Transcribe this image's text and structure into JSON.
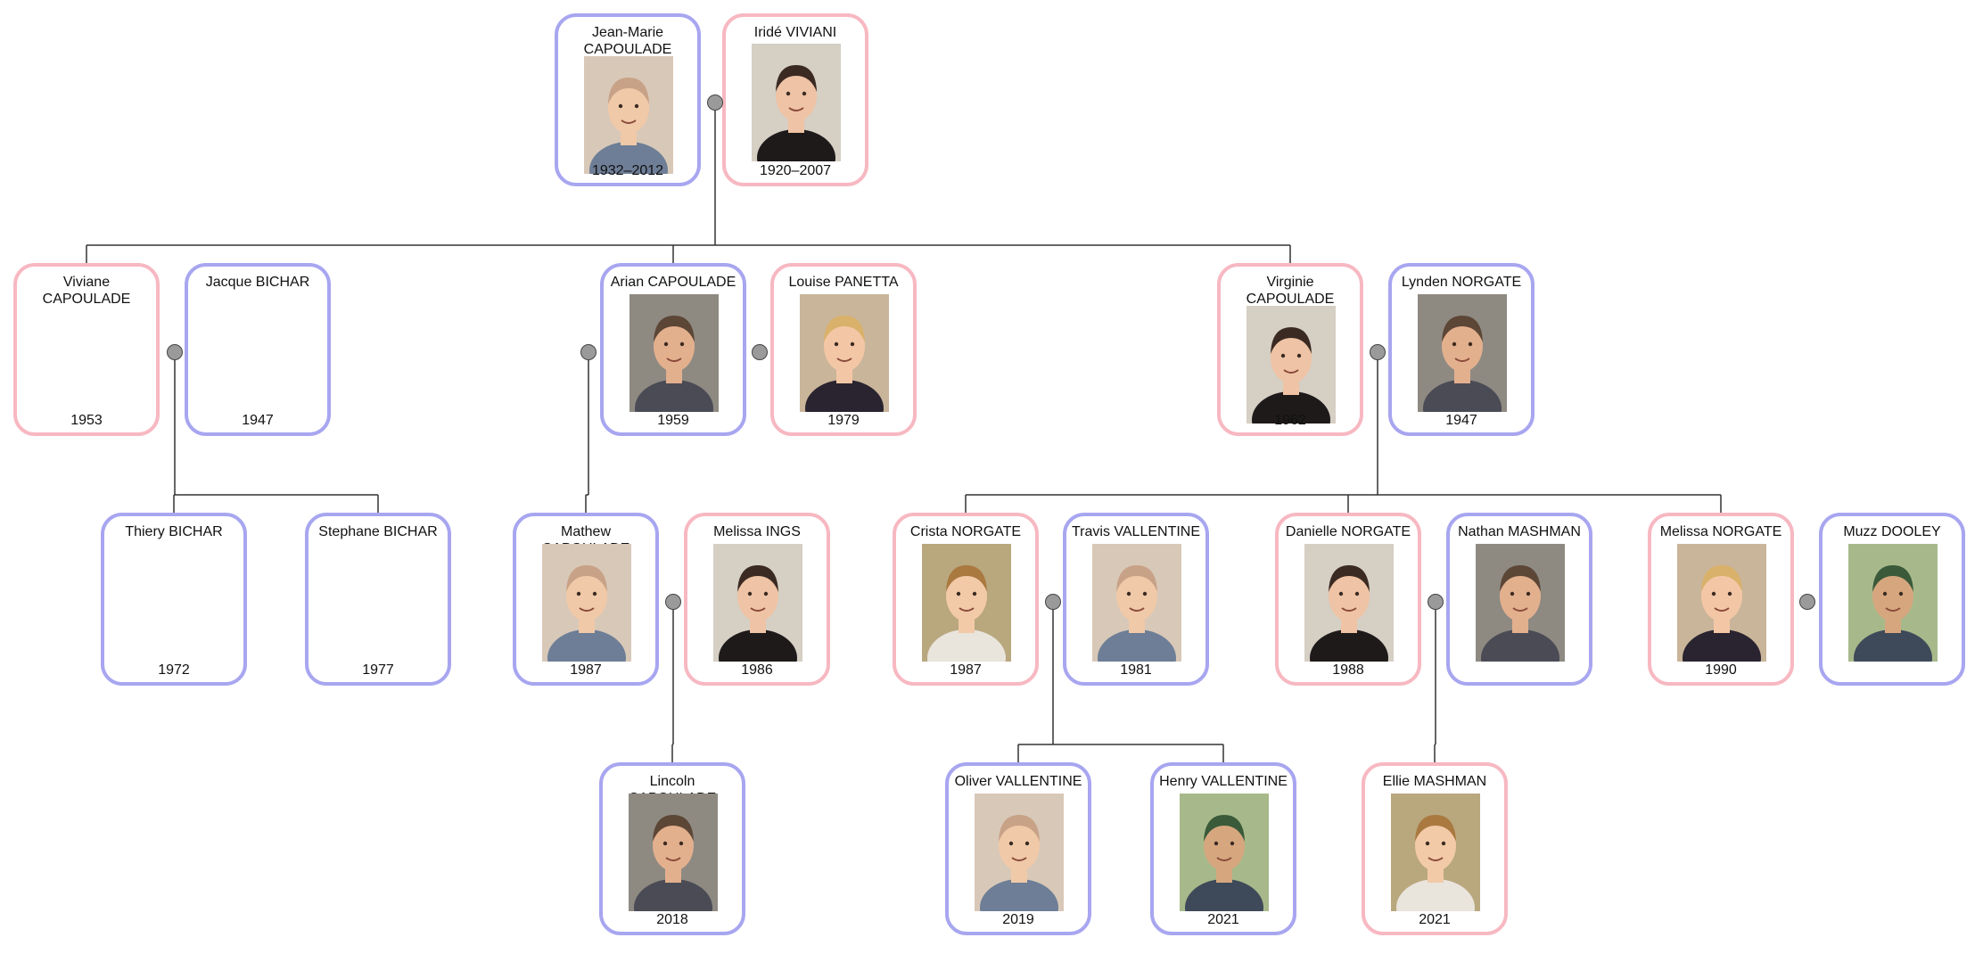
{
  "people": {
    "jean_marie": {
      "name": "Jean-Marie CAPOULADE",
      "years": "1932–2012",
      "sex": "male",
      "photo": true
    },
    "iride": {
      "name": "Iridé VIVIANI",
      "years": "1920–2007",
      "sex": "female",
      "photo": true
    },
    "viviane": {
      "name": "Viviane CAPOULADE",
      "years": "1953",
      "sex": "female",
      "photo": false
    },
    "jacque": {
      "name": "Jacque BICHAR",
      "years": "1947",
      "sex": "male",
      "photo": false
    },
    "arian": {
      "name": "Arian CAPOULADE",
      "years": "1959",
      "sex": "male",
      "photo": true
    },
    "louise": {
      "name": "Louise PANETTA",
      "years": "1979",
      "sex": "female",
      "photo": true
    },
    "virginie": {
      "name": "Virginie CAPOULADE",
      "years": "1962",
      "sex": "female",
      "photo": true
    },
    "lynden": {
      "name": "Lynden NORGATE",
      "years": "1947",
      "sex": "male",
      "photo": true
    },
    "thiery": {
      "name": "Thiery BICHAR",
      "years": "1972",
      "sex": "male",
      "photo": false
    },
    "stephane": {
      "name": "Stephane BICHAR",
      "years": "1977",
      "sex": "male",
      "photo": false
    },
    "mathew": {
      "name": "Mathew CAPOULADE",
      "years": "1987",
      "sex": "male",
      "photo": true
    },
    "melissa_ings": {
      "name": "Melissa INGS",
      "years": "1986",
      "sex": "female",
      "photo": true
    },
    "crista": {
      "name": "Crista NORGATE",
      "years": "1987",
      "sex": "female",
      "photo": true
    },
    "travis": {
      "name": "Travis VALLENTINE",
      "years": "1981",
      "sex": "male",
      "photo": true
    },
    "danielle": {
      "name": "Danielle NORGATE",
      "years": "1988",
      "sex": "female",
      "photo": true
    },
    "nathan": {
      "name": "Nathan MASHMAN",
      "years": "",
      "sex": "male",
      "photo": true
    },
    "melissa_norgate": {
      "name": "Melissa NORGATE",
      "years": "1990",
      "sex": "female",
      "photo": true
    },
    "muzz": {
      "name": "Muzz DOOLEY",
      "years": "",
      "sex": "male",
      "photo": true
    },
    "lincoln": {
      "name": "Lincoln CAPOULADE",
      "years": "2018",
      "sex": "male",
      "photo": true
    },
    "oliver": {
      "name": "Oliver VALLENTINE",
      "years": "2019",
      "sex": "male",
      "photo": true
    },
    "henry": {
      "name": "Henry VALLENTINE",
      "years": "2021",
      "sex": "male",
      "photo": true
    },
    "ellie": {
      "name": "Ellie MASHMAN",
      "years": "2021",
      "sex": "female",
      "photo": true
    }
  },
  "couples": [
    {
      "id": "jean_marie-iride",
      "partners": [
        "jean_marie",
        "iride"
      ],
      "children": [
        "viviane",
        "arian",
        "virginie"
      ]
    },
    {
      "id": "viviane-jacque",
      "partners": [
        "viviane",
        "jacque"
      ],
      "children": [
        "thiery",
        "stephane"
      ]
    },
    {
      "id": "arian-louise",
      "partners": [
        "arian",
        "louise"
      ],
      "children": []
    },
    {
      "id": "arian-first",
      "partners": [
        "arian"
      ],
      "children": [
        "mathew"
      ]
    },
    {
      "id": "virginie-lynden",
      "partners": [
        "virginie",
        "lynden"
      ],
      "children": [
        "crista",
        "danielle",
        "melissa_norgate"
      ]
    },
    {
      "id": "mathew-melissa",
      "partners": [
        "mathew",
        "melissa_ings"
      ],
      "children": [
        "lincoln"
      ]
    },
    {
      "id": "crista-travis",
      "partners": [
        "crista",
        "travis"
      ],
      "children": [
        "oliver",
        "henry"
      ]
    },
    {
      "id": "danielle-nathan",
      "partners": [
        "danielle",
        "nathan"
      ],
      "children": [
        "ellie"
      ]
    },
    {
      "id": "melissa-muzz",
      "partners": [
        "melissa_norgate",
        "muzz"
      ],
      "children": []
    }
  ],
  "colors": {
    "male_border": "#a8a6f0",
    "female_border": "#f7b8c2",
    "connector": "#333333",
    "node_fill": "#9a9a9a"
  }
}
